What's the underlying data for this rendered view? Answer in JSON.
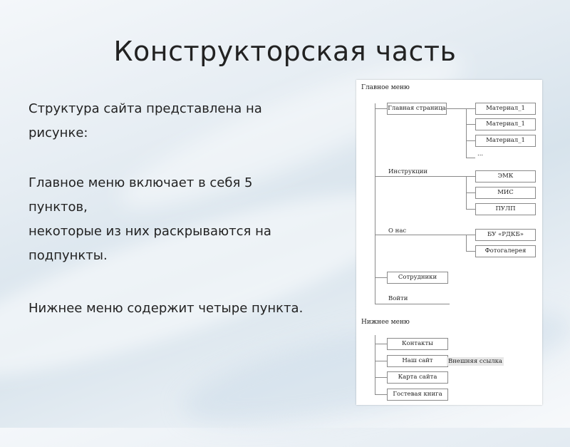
{
  "slide": {
    "title": "Конструкторская часть",
    "paragraphs": [
      "Структура сайта представлена на",
      "рисунке:",
      "Главное меню включает в себя 5",
      "пунктов,",
      "некоторые из них раскрываются на",
      "подпункты.",
      "Нижнее меню содержит четыре пункта."
    ]
  },
  "diagram": {
    "main_menu_header": "Главное меню",
    "main_items": {
      "home": "Главная страница",
      "instructions": "Инструкции",
      "about": "О нас",
      "staff": "Сотрудники",
      "login": "Войти"
    },
    "home_sub": [
      "Материал_1",
      "Материал_1",
      "Материал_1",
      "..."
    ],
    "instructions_sub": [
      "ЭМК",
      "МИС",
      "ПУЛП"
    ],
    "about_sub": [
      "БУ «РДКБ»",
      "Фотогалерея"
    ],
    "bottom_menu_header": "Нижнее меню",
    "bottom_items": [
      "Контакты",
      "Наш сайт",
      "Карта сайта",
      "Гостевая книга"
    ],
    "external_link_label": "Внешняя ссылка"
  }
}
